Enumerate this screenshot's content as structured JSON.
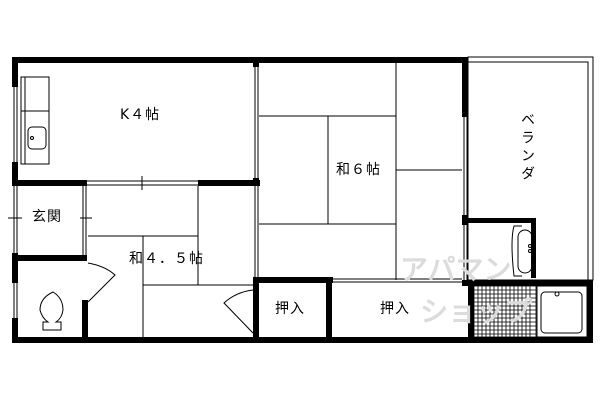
{
  "floor_plan": {
    "rooms": [
      {
        "id": "kitchen",
        "label": "K４帖"
      },
      {
        "id": "washitsu6",
        "label": "和６帖"
      },
      {
        "id": "veranda",
        "label": "ベランダ"
      },
      {
        "id": "entrance",
        "label": "玄関"
      },
      {
        "id": "washitsu45",
        "label": "和４．５帖"
      },
      {
        "id": "closet1",
        "label": "押入"
      },
      {
        "id": "closet2",
        "label": "押入"
      }
    ],
    "fixtures": [
      "kitchen-sink",
      "toilet",
      "washbasin",
      "bathtub",
      "shower-floor"
    ],
    "watermark": {
      "line1": "アパマン",
      "line2": "ショップ"
    },
    "colors": {
      "wall": "#000000",
      "background": "#ffffff",
      "watermark": "#dcdcdc"
    }
  }
}
